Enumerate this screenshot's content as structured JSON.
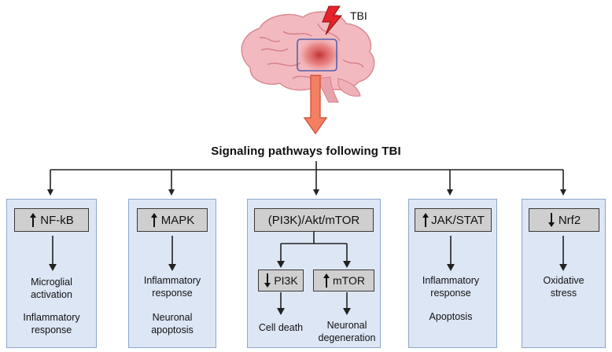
{
  "trigger": {
    "label": "TBI"
  },
  "title": "Signaling pathways following TBI",
  "panels": [
    {
      "header": "NF-kB",
      "direction": "up",
      "outcomes": [
        "Microglial\nactivation",
        "Inflammatory\nresponse"
      ]
    },
    {
      "header": "MAPK",
      "direction": "up",
      "outcomes": [
        "Inflammatory\nresponse",
        "Neuronal\napoptosis"
      ]
    },
    {
      "header": "(PI3K)/Akt/mTOR",
      "branches": [
        {
          "header": "PI3K",
          "direction": "down",
          "outcome": "Cell death"
        },
        {
          "header": "mTOR",
          "direction": "up",
          "outcome": "Neuronal\ndegeneration"
        }
      ]
    },
    {
      "header": "JAK/STAT",
      "direction": "up",
      "outcomes": [
        "Inflammatory\nresponse",
        "Apoptosis"
      ]
    },
    {
      "header": "Nrf2",
      "direction": "down",
      "outcomes": [
        "Oxidative\nstress"
      ]
    }
  ],
  "colors": {
    "panel_fill": "#dde6f5",
    "panel_border": "#8ea6cc",
    "header_fill": "#cfcfcf",
    "big_arrow": "#f47f62",
    "bolt": "#e6232a"
  }
}
